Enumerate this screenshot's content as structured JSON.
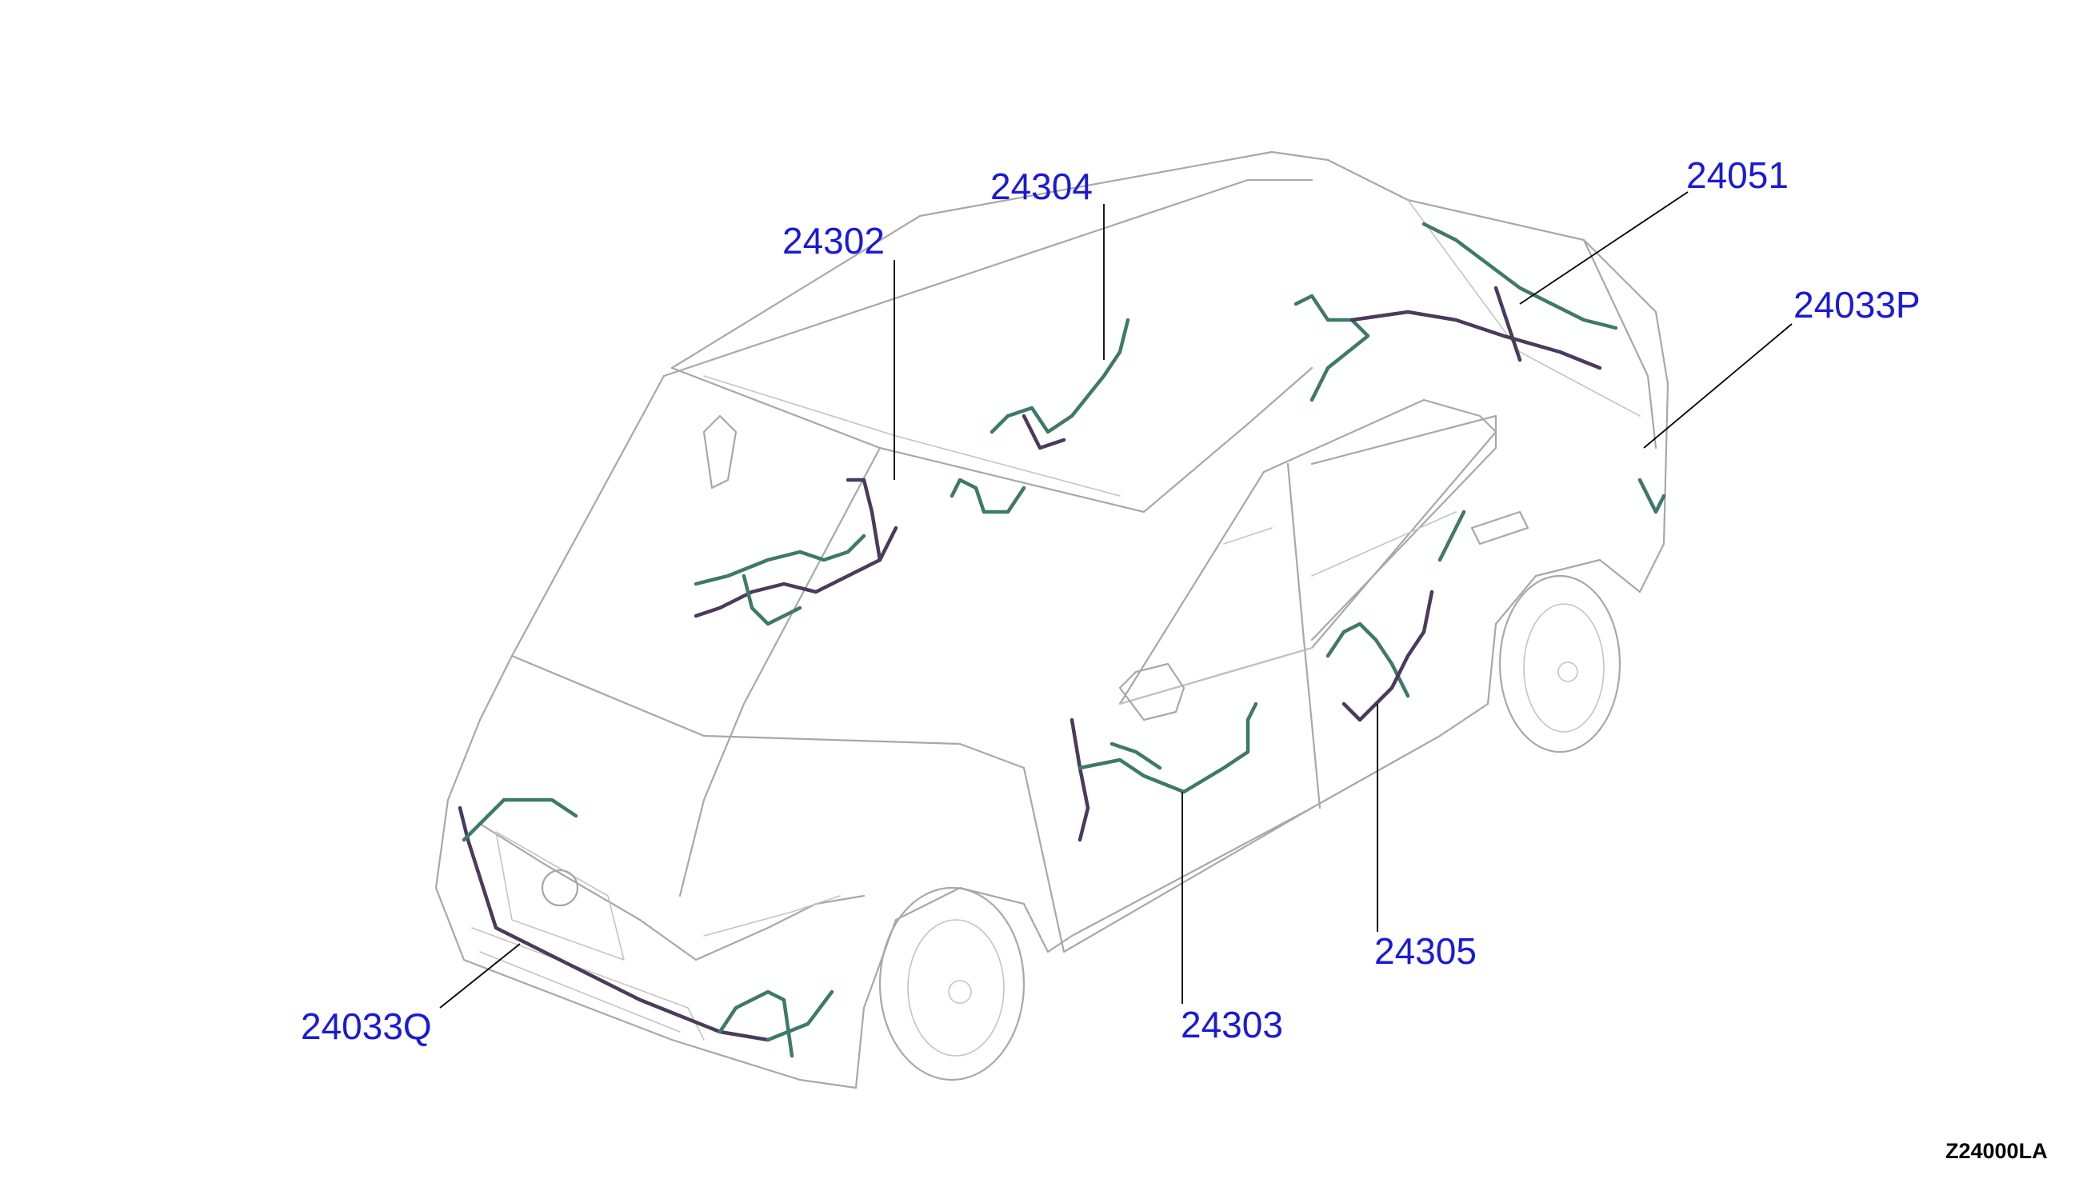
{
  "figure_code": "Z24000LA",
  "colors": {
    "callout_text": "#1a1ad6",
    "harness_primary": "#3d7a68",
    "harness_secondary": "#4a3a5c",
    "car_outline": "#a8a8a8"
  },
  "callouts": [
    {
      "id": "24304",
      "label": "24304"
    },
    {
      "id": "24302",
      "label": "24302"
    },
    {
      "id": "24051",
      "label": "24051"
    },
    {
      "id": "24033P",
      "label": "24033P"
    },
    {
      "id": "24305",
      "label": "24305"
    },
    {
      "id": "24303",
      "label": "24303"
    },
    {
      "id": "24033Q",
      "label": "24033Q"
    }
  ]
}
